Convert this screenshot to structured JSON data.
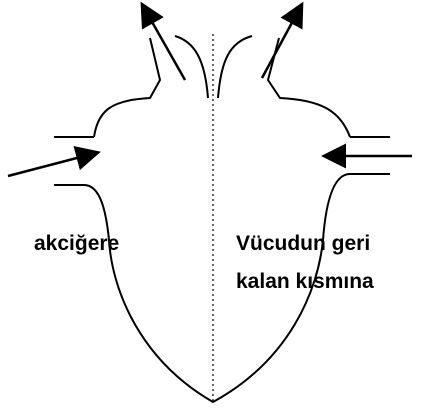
{
  "labels": {
    "left": "akciğere",
    "right_line1": "Vücudun geri",
    "right_line2": "kalan kısmına"
  },
  "colors": {
    "stroke": "#000000",
    "background": "#ffffff"
  }
}
